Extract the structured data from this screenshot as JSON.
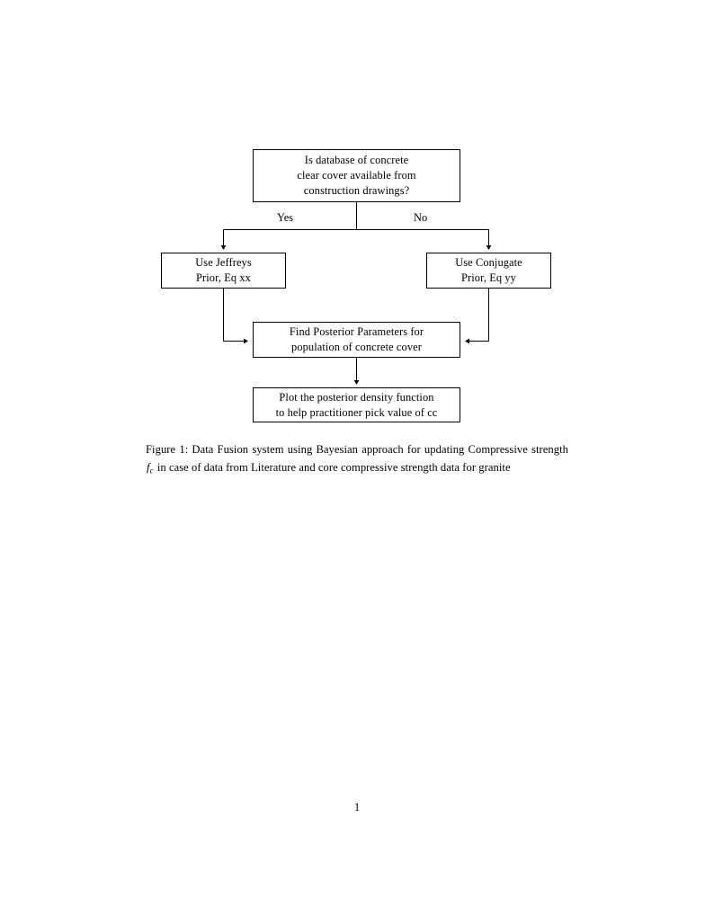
{
  "document": {
    "page_number": "1"
  },
  "figure": {
    "nodes": {
      "question": {
        "line1": "Is database of concrete",
        "line2": "clear cover available from",
        "line3": "construction drawings?"
      },
      "jeffreys": {
        "line1": "Use Jeffreys",
        "line2": "Prior, Eq xx"
      },
      "conjugate": {
        "line1": "Use Conjugate",
        "line2": "Prior, Eq yy"
      },
      "posterior": {
        "line1": "Find Posterior Parameters for",
        "line2": "population of concrete cover"
      },
      "plot": {
        "line1": "Plot the posterior density function",
        "line2": "to help practitioner pick value of cc"
      }
    },
    "edge_labels": {
      "yes": "Yes",
      "no": "No"
    },
    "caption": {
      "label": "Figure 1:",
      "part1": "Data Fusion system using Bayesian approach for updating Compressive strength",
      "math_var": "f",
      "math_sub": "c",
      "part2": "in case of data from Literature and core compressive strength data for granite"
    }
  }
}
